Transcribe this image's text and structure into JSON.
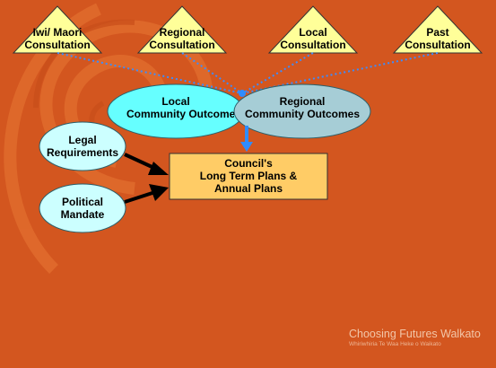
{
  "consultations": [
    {
      "line1": "Iwi/ Maori",
      "line2": "Consultation"
    },
    {
      "line1": "Regional",
      "line2": "Consultation"
    },
    {
      "line1": "Local",
      "line2": "Consultation"
    },
    {
      "line1": "Past",
      "line2": "Consultation"
    }
  ],
  "outcomes": {
    "local": {
      "line1": "Local",
      "line2": "Community Outcomes"
    },
    "regional": {
      "line1": "Regional",
      "line2": "Community Outcomes"
    }
  },
  "inputs": {
    "legal": {
      "line1": "Legal",
      "line2": "Requirements"
    },
    "political": {
      "line1": "Political",
      "line2": "Mandate"
    }
  },
  "plans": {
    "line1": "Council's",
    "line2": "Long Term Plans &",
    "line3": "Annual Plans"
  },
  "footer": {
    "title": "Choosing Futures Walkato",
    "subtitle": "Whiriwhiria Te Waa Heke o Waikato"
  },
  "colors": {
    "background": "#d3561f",
    "triangle_fill": "#ffff99",
    "ellipse_cyan": "#66ffff",
    "ellipse_blue": "#a6cdd6",
    "ellipse_light": "#ccffff",
    "plans_box": "#ffcc66",
    "arrow_blue": "#2f8cff",
    "dots": "#3b8dff"
  }
}
